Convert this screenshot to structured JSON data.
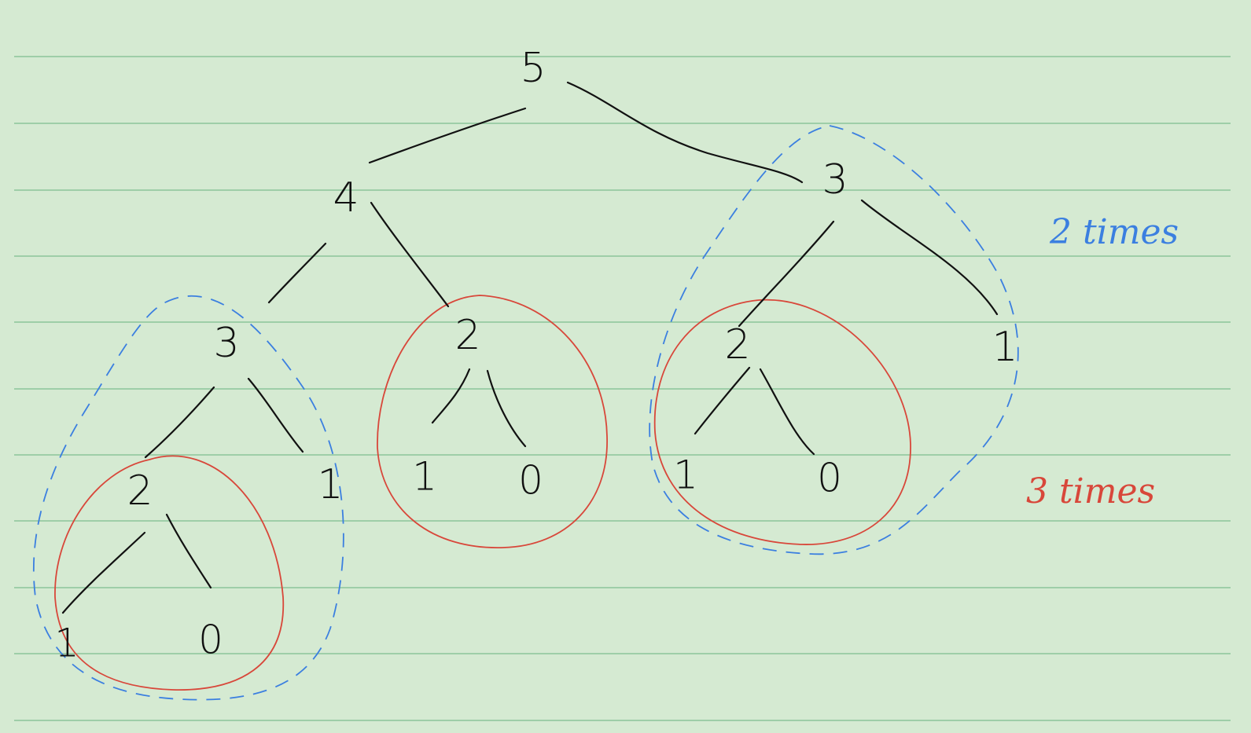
{
  "diagram": {
    "nodes": [
      {
        "id": "n5",
        "label": "5"
      },
      {
        "id": "n4",
        "label": "4"
      },
      {
        "id": "n3r",
        "label": "3"
      },
      {
        "id": "n3l",
        "label": "3"
      },
      {
        "id": "n2m",
        "label": "2"
      },
      {
        "id": "n2r",
        "label": "2"
      },
      {
        "id": "n1r",
        "label": "1"
      },
      {
        "id": "n2l",
        "label": "2"
      },
      {
        "id": "n1l",
        "label": "1"
      },
      {
        "id": "n1m",
        "label": "1"
      },
      {
        "id": "n0m",
        "label": "0"
      },
      {
        "id": "n1rr",
        "label": "1"
      },
      {
        "id": "n0r",
        "label": "0"
      },
      {
        "id": "n1ll",
        "label": "1"
      },
      {
        "id": "n0l",
        "label": "0"
      }
    ],
    "annotations": {
      "blue_note": "2 times",
      "red_note": "3 times"
    },
    "colors": {
      "paper": "#d5ead2",
      "rule_lines": "#8cc49a",
      "ink": "#111111",
      "red_marker": "#d8473a",
      "blue_marker": "#3b7fe0"
    }
  }
}
